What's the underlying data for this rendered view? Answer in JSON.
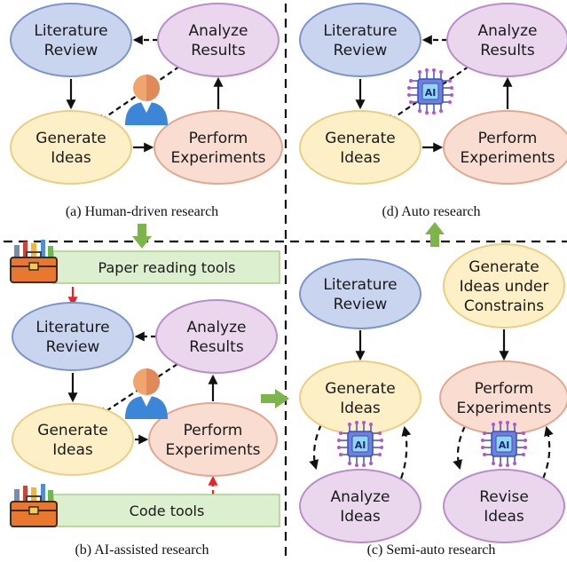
{
  "colors": {
    "blue_fill": "#c9d5ee",
    "blue_stroke": "#7d95c9",
    "purple_fill": "#ead7ee",
    "purple_stroke": "#b98fc6",
    "yellow_fill": "#fdf0c6",
    "yellow_stroke": "#e9cf85",
    "orange_fill": "#f8ddd0",
    "orange_stroke": "#e1a990",
    "tool_fill": "#dcefcf",
    "tool_stroke": "#a8cf8a",
    "green_arrow": "#7db54a",
    "red_arrow": "#e8232a"
  },
  "panel_a": {
    "literature": [
      "Literature",
      "Review"
    ],
    "analyze": [
      "Analyze",
      "Results"
    ],
    "generate": [
      "Generate",
      "Ideas"
    ],
    "perform": [
      "Perform",
      "Experiments"
    ],
    "caption": "(a) Human-driven research",
    "icon": "human-researcher-icon"
  },
  "panel_b": {
    "paper_tools": "Paper reading tools",
    "code_tools": "Code tools",
    "literature": [
      "Literature",
      "Review"
    ],
    "analyze": [
      "Analyze",
      "Results"
    ],
    "generate": [
      "Generate",
      "Ideas"
    ],
    "perform": [
      "Perform",
      "Experiments"
    ],
    "caption": "(b) AI-assisted research",
    "icons": [
      "toolbox-icon",
      "human-researcher-icon"
    ]
  },
  "panel_c": {
    "literature": [
      "Literature",
      "Review"
    ],
    "generate": [
      "Generate",
      "Ideas"
    ],
    "analyze": [
      "Analyze",
      "Ideas"
    ],
    "constrained": [
      "Generate",
      "Ideas under",
      "Constrains"
    ],
    "perform": [
      "Perform",
      "Experiments"
    ],
    "revise": [
      "Revise",
      "Ideas"
    ],
    "chip_label": "AI",
    "caption": "(c) Semi-auto research"
  },
  "panel_d": {
    "literature": [
      "Literature",
      "Review"
    ],
    "analyze": [
      "Analyze",
      "Results"
    ],
    "generate": [
      "Generate",
      "Ideas"
    ],
    "perform": [
      "Perform",
      "Experiments"
    ],
    "chip_label": "AI",
    "caption": "(d) Auto research"
  }
}
